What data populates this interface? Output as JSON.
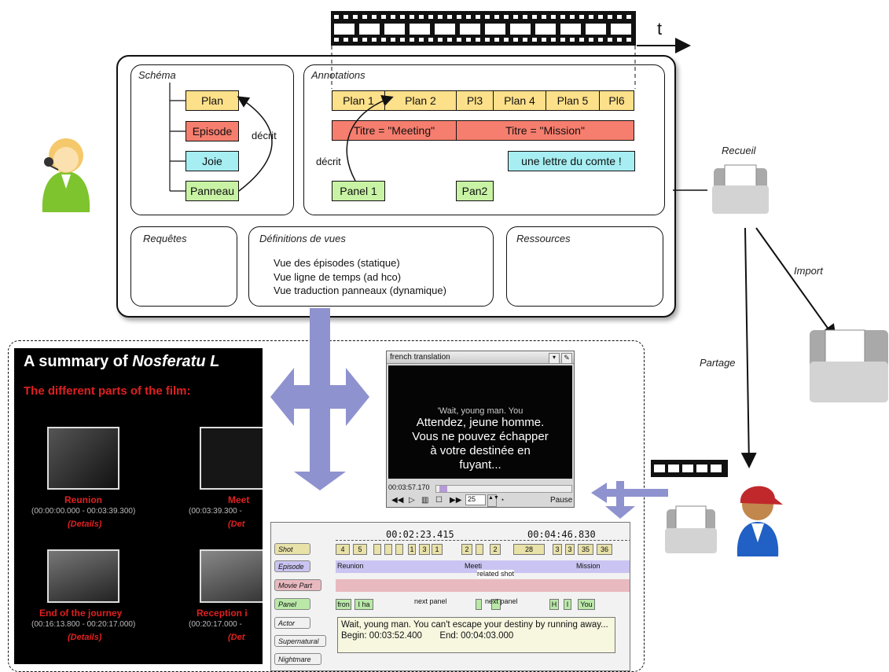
{
  "timeline_label": "t",
  "schema": {
    "title": "Schéma",
    "items": [
      "Plan",
      "Episode",
      "Joie",
      "Panneau"
    ],
    "relation": "décrit"
  },
  "annotations": {
    "title": "Annotations",
    "plans": [
      "Plan 1",
      "Plan 2",
      "Pl3",
      "Plan 4",
      "Plan 5",
      "Pl6"
    ],
    "titres": [
      "Titre = \"Meeting\"",
      "Titre = \"Mission\""
    ],
    "joie": "une lettre du comte !",
    "panels": [
      "Panel 1",
      "Pan2"
    ],
    "relation": "décrit"
  },
  "requetes": {
    "title": "Requêtes"
  },
  "definitions": {
    "title": "Définitions de vues",
    "items": [
      "Vue des épisodes (statique)",
      "Vue ligne de temps (ad hco)",
      "Vue traduction panneaux (dynamique)"
    ]
  },
  "ressources": {
    "title": "Ressources"
  },
  "flow_labels": {
    "recueil": "Recueil",
    "import": "Import",
    "partage": "Partage"
  },
  "nosferatu": {
    "title_prefix": "A summary of ",
    "title_italic": "Nosferatu L",
    "subtitle": "The different parts of the film:",
    "parts": [
      {
        "name": "Reunion",
        "time": "(00:00:00.000 - 00:03:39.300)",
        "details": "(Details)"
      },
      {
        "name": "Meet",
        "time": "(00:03:39.300 -",
        "details": "(Det"
      },
      {
        "name": "End of the journey",
        "time": "(00:16:13.800 - 00:20:17.000)",
        "details": "(Details)"
      },
      {
        "name": "Reception i",
        "time": "(00:20:17.000 -",
        "details": "(Det"
      }
    ]
  },
  "video": {
    "title": "french translation",
    "subtitle_en": "'Wait, young man. You",
    "subtitle_fr": [
      "Attendez, jeune homme.",
      "Vous ne pouvez échapper",
      "à votre destinée en",
      "fuyant..."
    ],
    "timecode": "00:03:57.170",
    "fps": "25",
    "state": "Pause"
  },
  "timeline_view": {
    "time1": "00:02:23.415",
    "time2": "00:04:46.830",
    "rows": [
      "Shot",
      "Episode",
      "Movie Part",
      "Panel",
      "Actor",
      "Supernatural",
      "Nightmare"
    ],
    "shots": [
      "4",
      "5",
      "1",
      "3",
      "1",
      "2",
      "2",
      "28",
      "3",
      "3",
      "35",
      "36"
    ],
    "episodes": [
      "Reunion",
      "Meeti",
      "Mission"
    ],
    "panels": [
      "fron",
      "I ha",
      "H",
      "I",
      "You"
    ],
    "related": "related shot",
    "next1": "next panel",
    "next2": "next panel",
    "text": "Wait, young man. You can't escape your destiny by running away...",
    "begin": "Begin: 00:03:52.400",
    "end": "End: 00:04:03.000"
  }
}
